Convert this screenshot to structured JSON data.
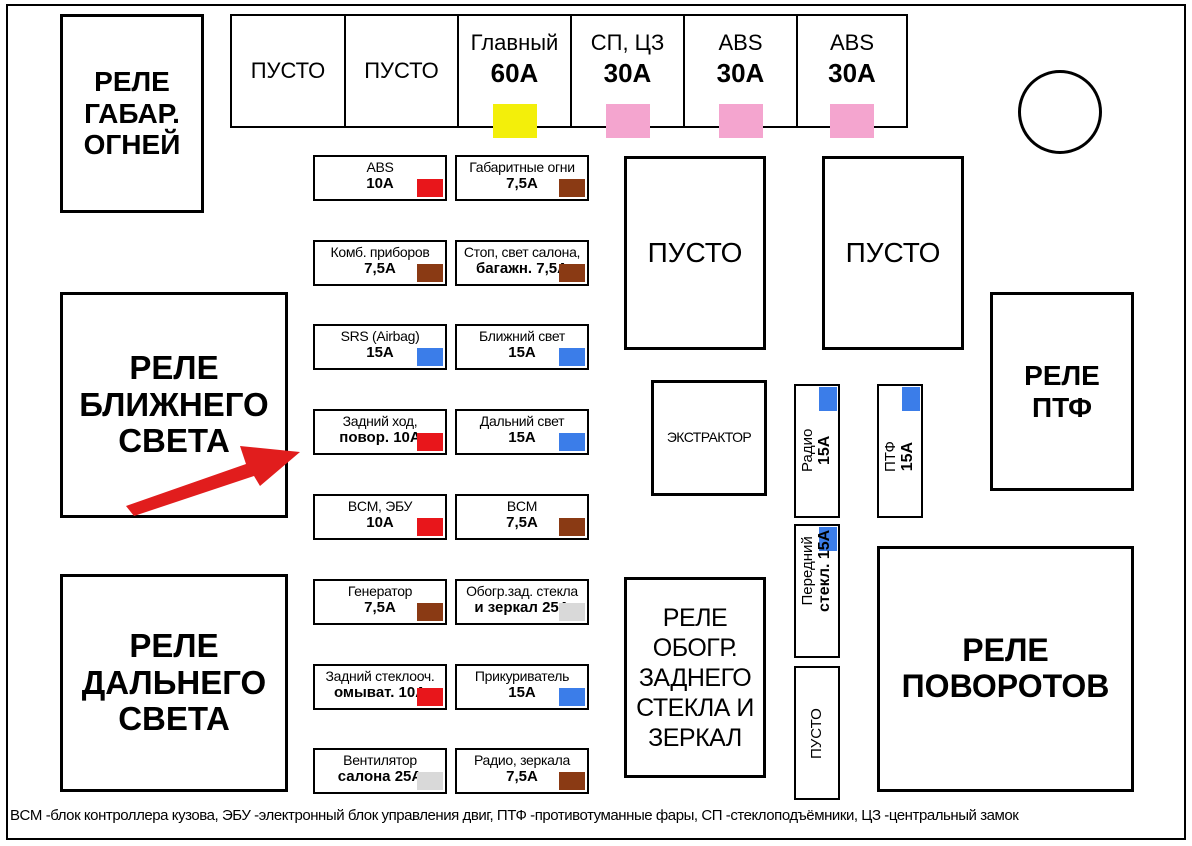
{
  "colors": {
    "yellow": "#f3ef0a",
    "pink": "#f4a5cf",
    "red": "#e8161b",
    "brown": "#8a3a14",
    "blue": "#3b7de9",
    "gray": "#d9d9d9",
    "arrow": "#e11d1d"
  },
  "top_row": [
    {
      "label": "ПУСТО",
      "amp": ""
    },
    {
      "label": "ПУСТО",
      "amp": ""
    },
    {
      "label": "Главный",
      "amp": "60А",
      "color": "yellow"
    },
    {
      "label": "СП, ЦЗ",
      "amp": "30А",
      "color": "pink"
    },
    {
      "label": "ABS",
      "amp": "30А",
      "color": "pink"
    },
    {
      "label": "ABS",
      "amp": "30А",
      "color": "pink"
    }
  ],
  "relays": {
    "gabarit": "РЕЛЕ\nГАБАР.\nОГНЕЙ",
    "low_beam": "РЕЛЕ\nБЛИЖНЕГО\nСВЕТА",
    "high_beam": "РЕЛЕ\nДАЛЬНЕГО\nСВЕТА",
    "empty1": "ПУСТО",
    "empty2": "ПУСТО",
    "extractor": "ЭКСТРАКТОР",
    "ptf": "РЕЛЕ\nПТФ",
    "heater": "РЕЛЕ\nОБОГР.\nЗАДНЕГО\nСТЕКЛА И\nЗЕРКАЛ",
    "turn": "РЕЛЕ\nПОВОРОТОВ"
  },
  "fuses_left": [
    {
      "name": "ABS",
      "amp": "10А",
      "color": "red"
    },
    {
      "name": "Комб. приборов",
      "amp": "7,5А",
      "color": "brown"
    },
    {
      "name": "SRS (Airbag)",
      "amp": "15А",
      "color": "blue"
    },
    {
      "name": "Задний ход,",
      "amp": "повор. 10А",
      "color": "red"
    },
    {
      "name": "BCM,  ЭБУ",
      "amp": "10А",
      "color": "red"
    },
    {
      "name": "Генератор",
      "amp": "7,5А",
      "color": "brown"
    },
    {
      "name": "Задний стеклооч.",
      "amp": "омыват. 10А",
      "color": "red"
    },
    {
      "name": "Вентилятор",
      "amp": "салона 25А",
      "color": "gray"
    }
  ],
  "fuses_right": [
    {
      "name": "Габаритные огни",
      "amp": "7,5А",
      "color": "brown"
    },
    {
      "name": "Стоп, свет салона,",
      "amp": "багажн. 7,5А",
      "color": "brown"
    },
    {
      "name": "Ближний свет",
      "amp": "15А",
      "color": "blue"
    },
    {
      "name": "Дальний свет",
      "amp": "15А",
      "color": "blue"
    },
    {
      "name": "BCM",
      "amp": "7,5А",
      "color": "brown"
    },
    {
      "name": "Обогр.зад. стекла",
      "amp": "и зеркал 25А",
      "color": "gray"
    },
    {
      "name": "Прикуриватель",
      "amp": "15А",
      "color": "blue"
    },
    {
      "name": "Радио, зеркала",
      "amp": "7,5А",
      "color": "brown"
    }
  ],
  "vertical_fuses": [
    {
      "name": "Радио",
      "amp": "15А",
      "color": "blue"
    },
    {
      "name": "ПТФ",
      "amp": "15А",
      "color": "blue"
    },
    {
      "name": "Передний",
      "amp": "стекл. 15А",
      "color": "blue"
    },
    {
      "name": "ПУСТО",
      "amp": ""
    }
  ],
  "footnote": "BCM -блок контроллера кузова, ЭБУ -электронный блок управления двиг, ПТФ -противотуманные фары, СП -стеклоподъёмники, ЦЗ -центральный замок"
}
